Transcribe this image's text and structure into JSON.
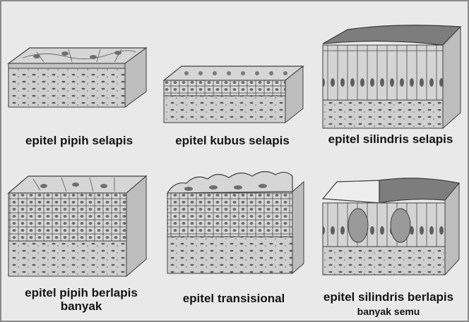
{
  "figure": {
    "colors": {
      "background": "#e9e9e9",
      "frame": "#8a8a8a",
      "cell_fill": "#dcdcdc",
      "cell_stroke": "#4a4a4a",
      "nucleus": "#6e6e6e",
      "tissue": "#cfcfcf",
      "apical_surface": "#7d7d7d",
      "text": "#141414"
    },
    "panels": [
      {
        "id": "pipih-selapis",
        "label": "epitel pipih selapis",
        "icon": "simple-squamous-epithelium"
      },
      {
        "id": "kubus-selapis",
        "label": "epitel kubus selapis",
        "icon": "simple-cuboidal-epithelium"
      },
      {
        "id": "silindris-selapis",
        "label": "epitel silindris selapis",
        "icon": "simple-columnar-epithelium"
      },
      {
        "id": "pipih-berlapis",
        "label": "epitel pipih berlapis",
        "label_line2": "banyak",
        "icon": "stratified-squamous-epithelium"
      },
      {
        "id": "transisional",
        "label": "epitel transisional",
        "icon": "transitional-epithelium"
      },
      {
        "id": "silindris-berlapis",
        "label": "epitel silindris berlapis",
        "label_line2": "banyak semu",
        "icon": "pseudostratified-columnar-epithelium"
      }
    ]
  }
}
